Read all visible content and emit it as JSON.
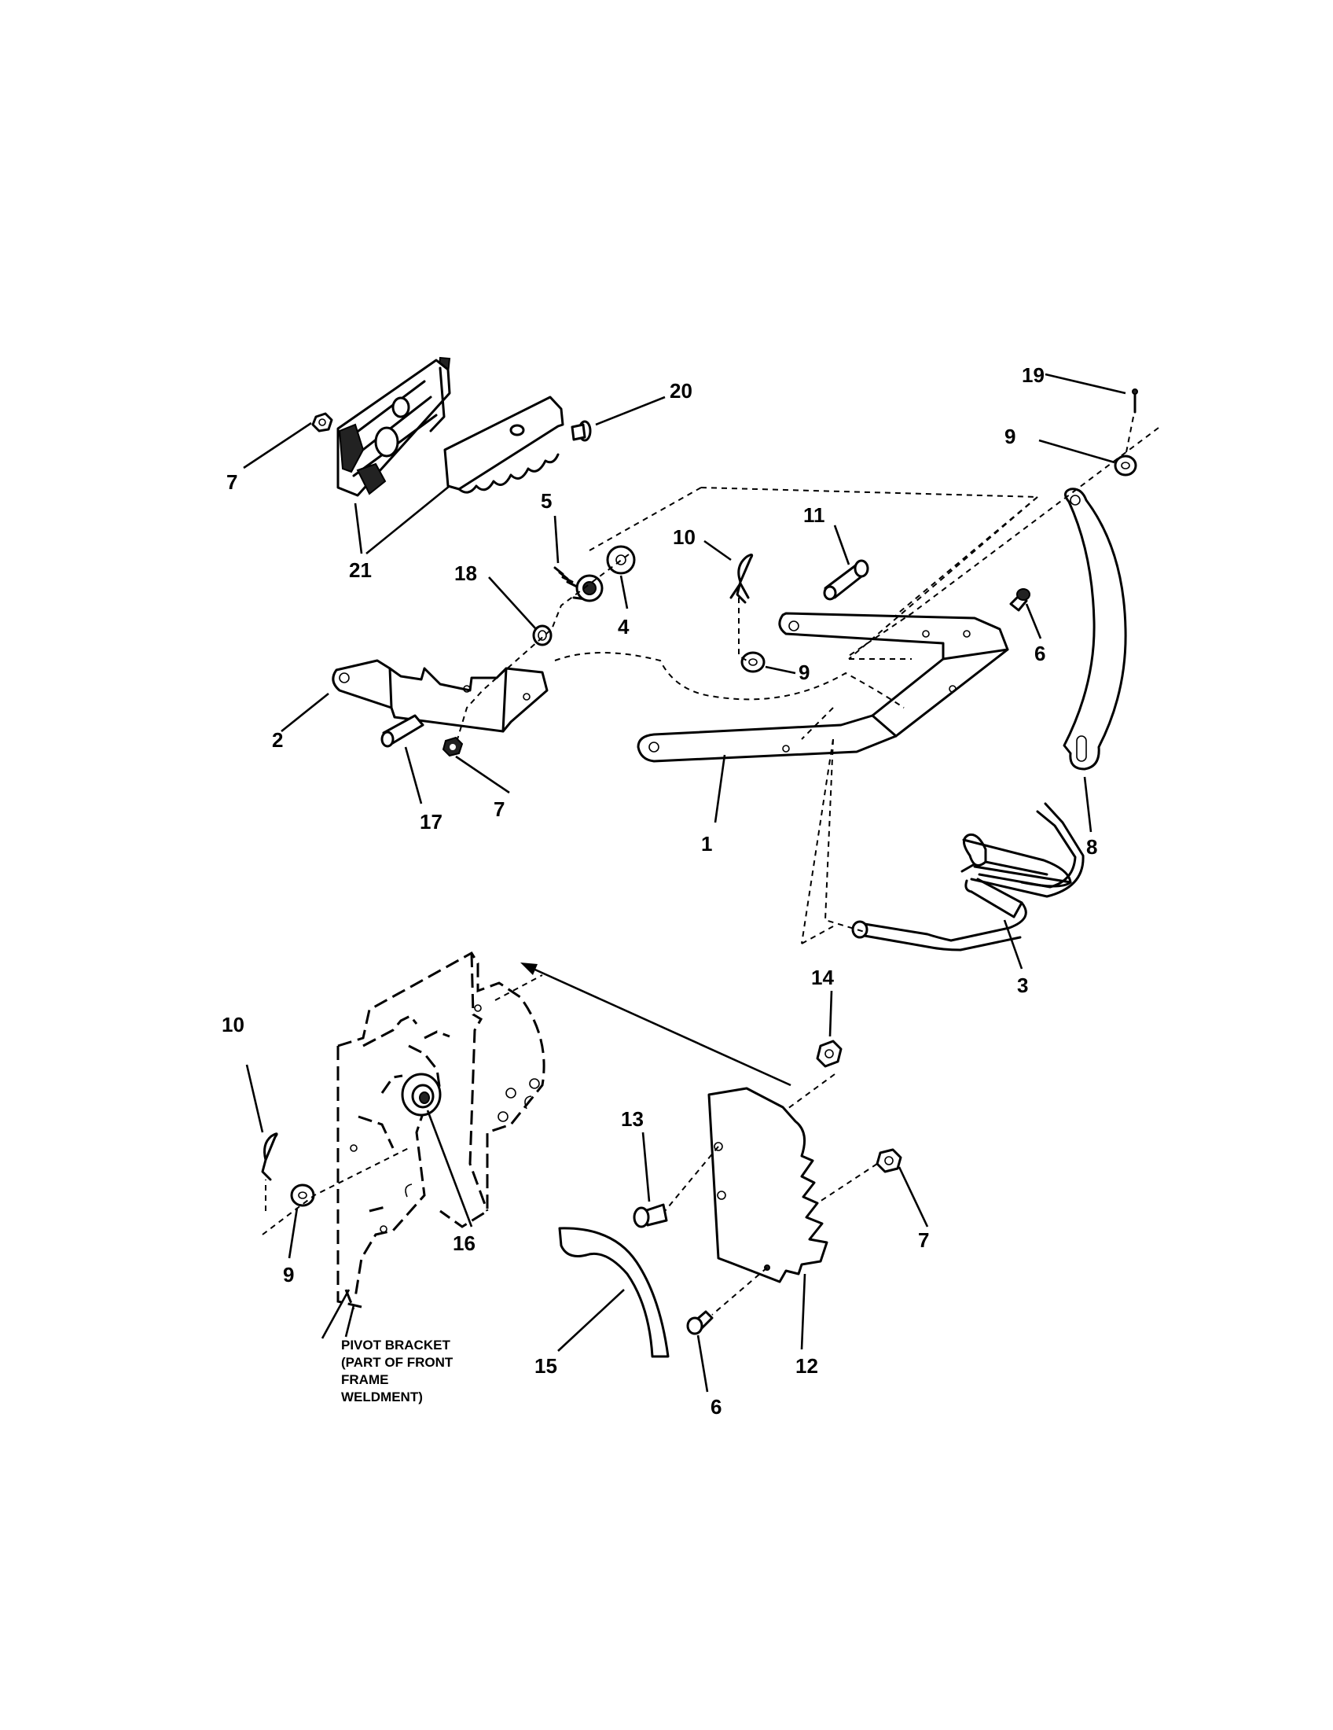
{
  "labels": [
    {
      "id": "1",
      "text": "1"
    },
    {
      "id": "2",
      "text": "2"
    },
    {
      "id": "3",
      "text": "3"
    },
    {
      "id": "4",
      "text": "4"
    },
    {
      "id": "5",
      "text": "5"
    },
    {
      "id": "6a",
      "text": "6"
    },
    {
      "id": "6b",
      "text": "6"
    },
    {
      "id": "7a",
      "text": "7"
    },
    {
      "id": "7b",
      "text": "7"
    },
    {
      "id": "7c",
      "text": "7"
    },
    {
      "id": "8",
      "text": "8"
    },
    {
      "id": "9a",
      "text": "9"
    },
    {
      "id": "9b",
      "text": "9"
    },
    {
      "id": "9c",
      "text": "9"
    },
    {
      "id": "10a",
      "text": "10"
    },
    {
      "id": "10b",
      "text": "10"
    },
    {
      "id": "11",
      "text": "11"
    },
    {
      "id": "12",
      "text": "12"
    },
    {
      "id": "13",
      "text": "13"
    },
    {
      "id": "14",
      "text": "14"
    },
    {
      "id": "15",
      "text": "15"
    },
    {
      "id": "16",
      "text": "16"
    },
    {
      "id": "17",
      "text": "17"
    },
    {
      "id": "18",
      "text": "18"
    },
    {
      "id": "19",
      "text": "19"
    },
    {
      "id": "20",
      "text": "20"
    },
    {
      "id": "21",
      "text": "21"
    }
  ],
  "note": {
    "lines": [
      "PIVOT BRACKET",
      "(PART OF FRONT",
      "FRAME",
      "WELDMENT)"
    ]
  }
}
